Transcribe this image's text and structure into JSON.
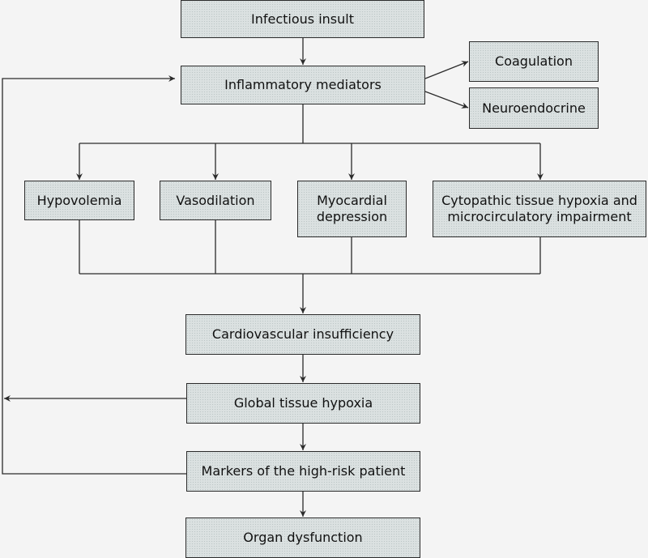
{
  "nodes": {
    "infectious_insult": "Infectious insult",
    "inflammatory_mediators": "Inflammatory mediators",
    "coagulation": "Coagulation",
    "neuroendocrine": "Neuroendocrine",
    "hypovolemia": "Hypovolemia",
    "vasodilation": "Vasodilation",
    "myocardial_depression": "Myocardial\ndepression",
    "cytopathic_hypoxia": "Cytopathic tissue hypoxia and\nmicrocirculatory impairment",
    "cardiovascular_insufficiency": "Cardiovascular insufficiency",
    "global_tissue_hypoxia": "Global tissue hypoxia",
    "markers_high_risk": "Markers of the high-risk patient",
    "organ_dysfunction": "Organ dysfunction"
  },
  "edges": [
    {
      "from": "infectious_insult",
      "to": "inflammatory_mediators"
    },
    {
      "from": "inflammatory_mediators",
      "to": "coagulation"
    },
    {
      "from": "inflammatory_mediators",
      "to": "neuroendocrine"
    },
    {
      "from": "inflammatory_mediators",
      "to": "hypovolemia"
    },
    {
      "from": "inflammatory_mediators",
      "to": "vasodilation"
    },
    {
      "from": "inflammatory_mediators",
      "to": "myocardial_depression"
    },
    {
      "from": "inflammatory_mediators",
      "to": "cytopathic_hypoxia"
    },
    {
      "from": "hypovolemia",
      "to": "cardiovascular_insufficiency"
    },
    {
      "from": "vasodilation",
      "to": "cardiovascular_insufficiency"
    },
    {
      "from": "myocardial_depression",
      "to": "cardiovascular_insufficiency"
    },
    {
      "from": "cytopathic_hypoxia",
      "to": "cardiovascular_insufficiency"
    },
    {
      "from": "cardiovascular_insufficiency",
      "to": "global_tissue_hypoxia"
    },
    {
      "from": "global_tissue_hypoxia",
      "to": "markers_high_risk"
    },
    {
      "from": "markers_high_risk",
      "to": "organ_dysfunction"
    },
    {
      "from": "markers_high_risk",
      "to": "inflammatory_mediators"
    }
  ],
  "colors": {
    "box_fill": "#dbe1e1",
    "line": "#2a2a2a",
    "background": "#f4f4f4"
  }
}
